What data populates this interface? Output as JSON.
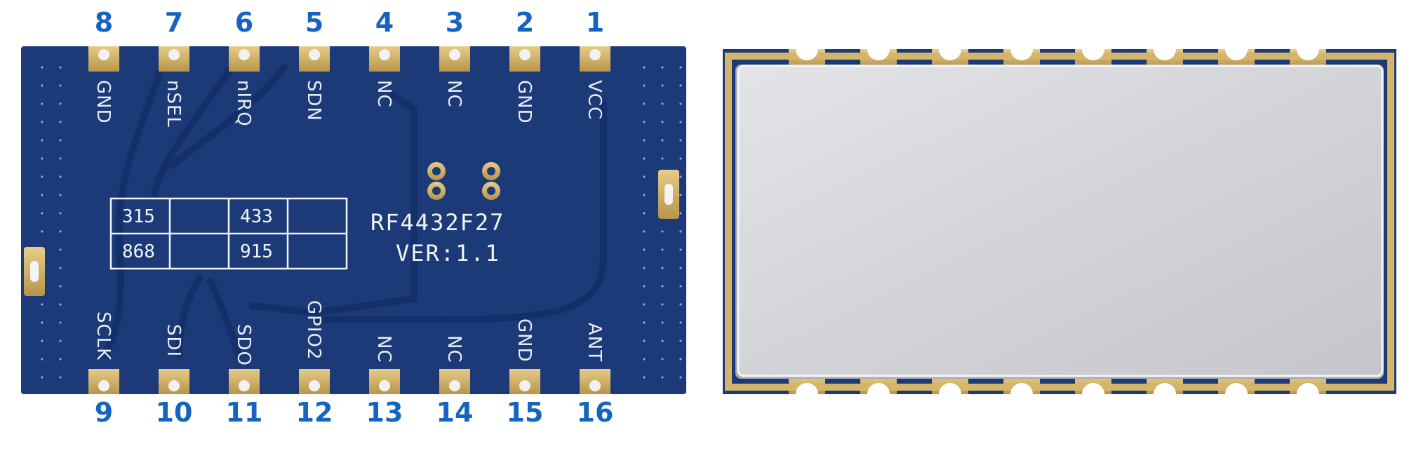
{
  "module_front": {
    "model_text": "RF4432F27",
    "version_text": "VER:1.1",
    "frequency_table": [
      [
        "315",
        "",
        "433",
        ""
      ],
      [
        "868",
        "",
        "915",
        ""
      ]
    ],
    "top_pin_numbers": [
      "8",
      "7",
      "6",
      "5",
      "4",
      "3",
      "2",
      "1"
    ],
    "top_pin_labels": [
      "GND",
      "nSEL",
      "nIRQ",
      "SDN",
      "NC",
      "NC",
      "GND",
      "VCC"
    ],
    "bottom_pin_numbers": [
      "9",
      "10",
      "11",
      "12",
      "13",
      "14",
      "15",
      "16"
    ],
    "bottom_pin_labels": [
      "SCLK",
      "SDI",
      "SDO",
      "GPIO2",
      "NC",
      "NC",
      "GND",
      "ANT"
    ]
  },
  "colors": {
    "pcb_blue": "#1c3a78",
    "pad_gold": "#d4b56a",
    "pin_number_blue": "#1565c0",
    "shield_silver": "#d6d8dc"
  }
}
